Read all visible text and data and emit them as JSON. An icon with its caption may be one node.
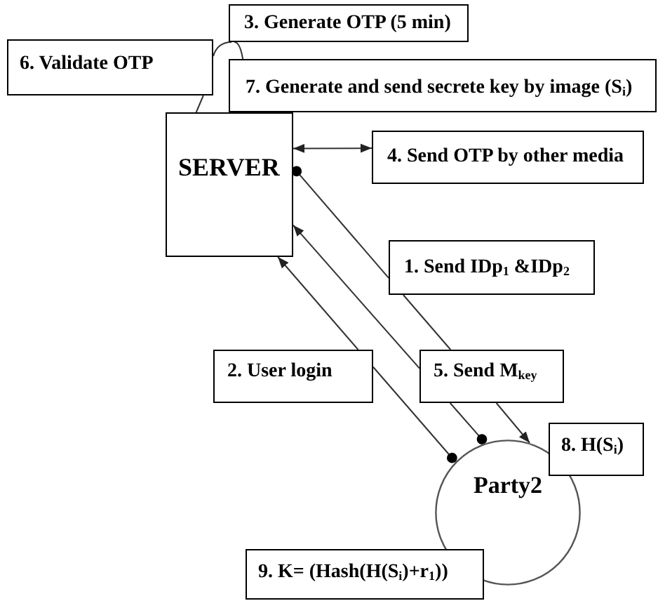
{
  "diagram": {
    "nodes": [
      {
        "text": [
          "3. Generate OTP (5 min)"
        ]
      },
      {
        "text": [
          "6. Validate OTP"
        ]
      },
      {
        "text": [
          "7. Generate and send secrete key by image (S$_{i}$)"
        ]
      },
      {
        "text": [
          "SERVER"
        ]
      },
      {
        "text": [
          "4. Send OTP by other media"
        ]
      },
      {
        "text": [
          "1. Send IDp$_{1}$ &IDp$_{2}$"
        ]
      },
      {
        "text": [
          "2. User login"
        ]
      },
      {
        "text": [
          "5. Send M$_{key}$"
        ]
      },
      {
        "text": [
          "8. H(S$_{i}$)"
        ]
      },
      {
        "text": [
          "Party2"
        ]
      },
      {
        "text": [
          "9. K= (Hash(H(S$_{i}$)+r$_{1}$))"
        ]
      }
    ],
    "edges": [
      {
        "from": 3,
        "to": 1,
        "arrow": "none"
      },
      {
        "from": 1,
        "to": 0,
        "arrow": "none"
      },
      {
        "from": 0,
        "to": 2,
        "arrow": "none"
      },
      {
        "from": 3,
        "to": 4,
        "arrow": "both"
      },
      {
        "from": 5,
        "to": 3,
        "arrow": "other"
      },
      {
        "from": 5,
        "to": 7,
        "arrow": "none"
      },
      {
        "from": 7,
        "to": 9,
        "arrow": "to"
      },
      {
        "from": 6,
        "to": 9,
        "arrow": "other"
      },
      {
        "from": 6,
        "to": 3,
        "arrow": "to"
      },
      {
        "from": 7,
        "to": 9,
        "arrow": "other"
      },
      {
        "from": 7,
        "to": 3,
        "arrow": "to"
      }
    ]
  }
}
